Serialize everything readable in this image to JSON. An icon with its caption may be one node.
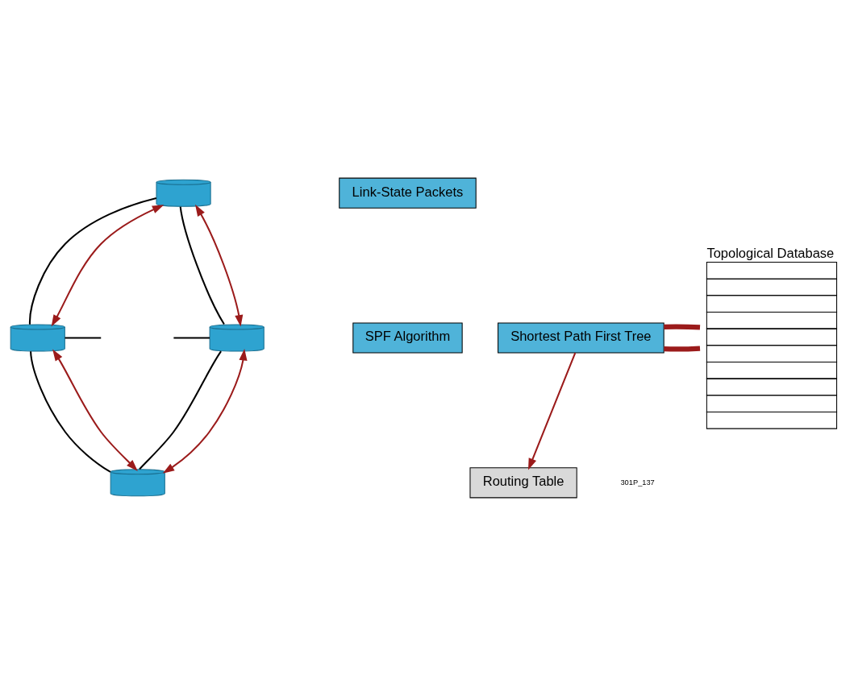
{
  "diagram": {
    "nodes": [
      {
        "text": [],
        "shape": "cylinder"
      },
      {
        "text": [],
        "shape": "cylinder"
      },
      {
        "text": [],
        "shape": "cylinder"
      },
      {
        "text": [],
        "shape": "cylinder"
      },
      {
        "text": [
          "Link-State Packets"
        ]
      },
      {
        "text": [
          "Topological Database"
        ]
      },
      {
        "text": [
          "SPF Algorithm"
        ]
      },
      {
        "text": [
          "Shortest Path First Tree"
        ]
      },
      {
        "text": [
          "Routing Table"
        ]
      }
    ],
    "edges": [
      {
        "from": null,
        "to": 1,
        "arrow": "none",
        "color": "#000000"
      },
      {
        "from": 0,
        "to": 1,
        "arrow": "none",
        "color": "#000000"
      },
      {
        "from": 0,
        "to": 2,
        "arrow": "none",
        "color": "#000000"
      },
      {
        "from": 1,
        "to": 3,
        "arrow": "none",
        "color": "#000000"
      },
      {
        "from": 3,
        "to": 2,
        "arrow": "none",
        "color": "#000000"
      },
      {
        "from": 2,
        "to": null,
        "arrow": "none",
        "color": "#000000"
      },
      {
        "from": 0,
        "to": 1,
        "arrow": "both",
        "color": "#9b1b1b"
      },
      {
        "from": 0,
        "to": 2,
        "arrow": "both",
        "color": "#9b1b1b"
      },
      {
        "from": 1,
        "to": 3,
        "arrow": "both",
        "color": "#9b1b1b"
      },
      {
        "from": 3,
        "to": 2,
        "arrow": "both",
        "color": "#9b1b1b"
      },
      {
        "from": 5,
        "to": 7,
        "arrow": "none",
        "style": "thick",
        "color": "#9b1b1b"
      },
      {
        "from": 7,
        "to": 5,
        "arrow": "none",
        "style": "thick",
        "color": "#9b1b1b"
      },
      {
        "from": 7,
        "to": 8,
        "arrow": "to",
        "color": "#9b1b1b"
      }
    ],
    "labels": [
      "301P_137"
    ]
  }
}
